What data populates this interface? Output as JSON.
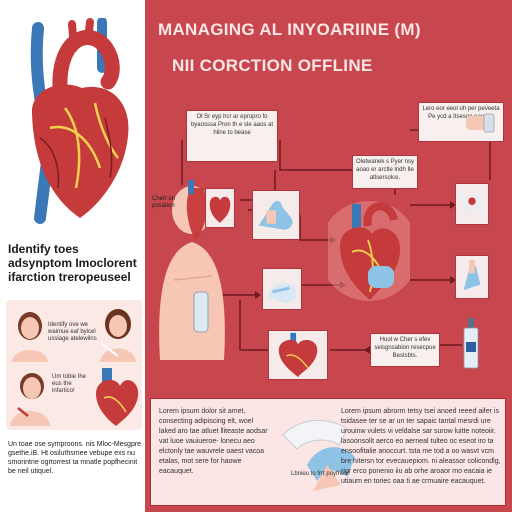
{
  "header": {
    "title_line1": "MANAGING AL INYOARIINE (M)",
    "title_line2": "NII CORCTION OFFLINE"
  },
  "left_panel": {
    "heading": "Identify toes adsynptom Imoclorent ifarction treropeuseel",
    "callout_1": "Identify ove we waimue eaf byicel ussiage atelewilns",
    "callout_2": "Um tobie Ihe eus the infartico!",
    "bottom_text": "Un toae ose symproons. nis Mloc-Mesgpre gsethe.iB. Ht osiluthsmee vebupe exs nu smorintrie ogrtorrest ta mnatle popfhecinit be neil utiquel."
  },
  "flow": {
    "note_top": "Ol Sr eyp hcr ar epropro fo byaosssa Pron th e sle aaos at hline to bease",
    "note_mid": "Oletwanek s Pyer nsy aoao er arctle lndh Ile atlsersolce.",
    "note_right": "Lero eor eeol oh per peveeta Pe ycd a Itsesoo eayaoe",
    "note_lower": "Huol w Cher s efev seisgnsabion resecpue Bestsbts.",
    "chart_label": "Chert on posation"
  },
  "bottom_panel": {
    "left_text": "Lorem ipsum dolor sit amet, consecting adipiscing elt, woel laked aro tae atluet lliteaste aodsar vat luoe vauiueroe- lonecu aeo elctonly tae wauvrele oaest vacoa etalas, mot sere for haowe eacauquet.",
    "mid_text": "Lbnieu to frrt poyfhea!",
    "right_text": "Lorem ipsum abrorm tetsy tsei anoed reeed aifer is tsidasee ter se ar un ter sapaic tantal mesrdi ure urouinw vulets vi veldalse sar surow luitte noteoiir. lasoonsolit aerco eo aerneal tulteo oc eseot iro ta ensoofitalie anoccurt. tsta me tod a oo wasvt vcm bre hitersn tor evecauepiom. ni aleassor colicondlg, rior erco ponenio iiu ab orhe aroaor mo eacaia ie utiaum en toriec oaa ti ae crmuaire eacauquet."
  },
  "colors": {
    "background": "#c8474f",
    "panel_red": "#a62a34",
    "heart_red": "#c53a3a",
    "vessel_blue": "#3b78b8",
    "glove_blue": "#8fc3e6",
    "skin": "#f6c7b4",
    "accent": "#f0d24f"
  },
  "icons": [
    "heart-icon",
    "gloved-hand-icon",
    "bottle-icon",
    "person-icon"
  ]
}
